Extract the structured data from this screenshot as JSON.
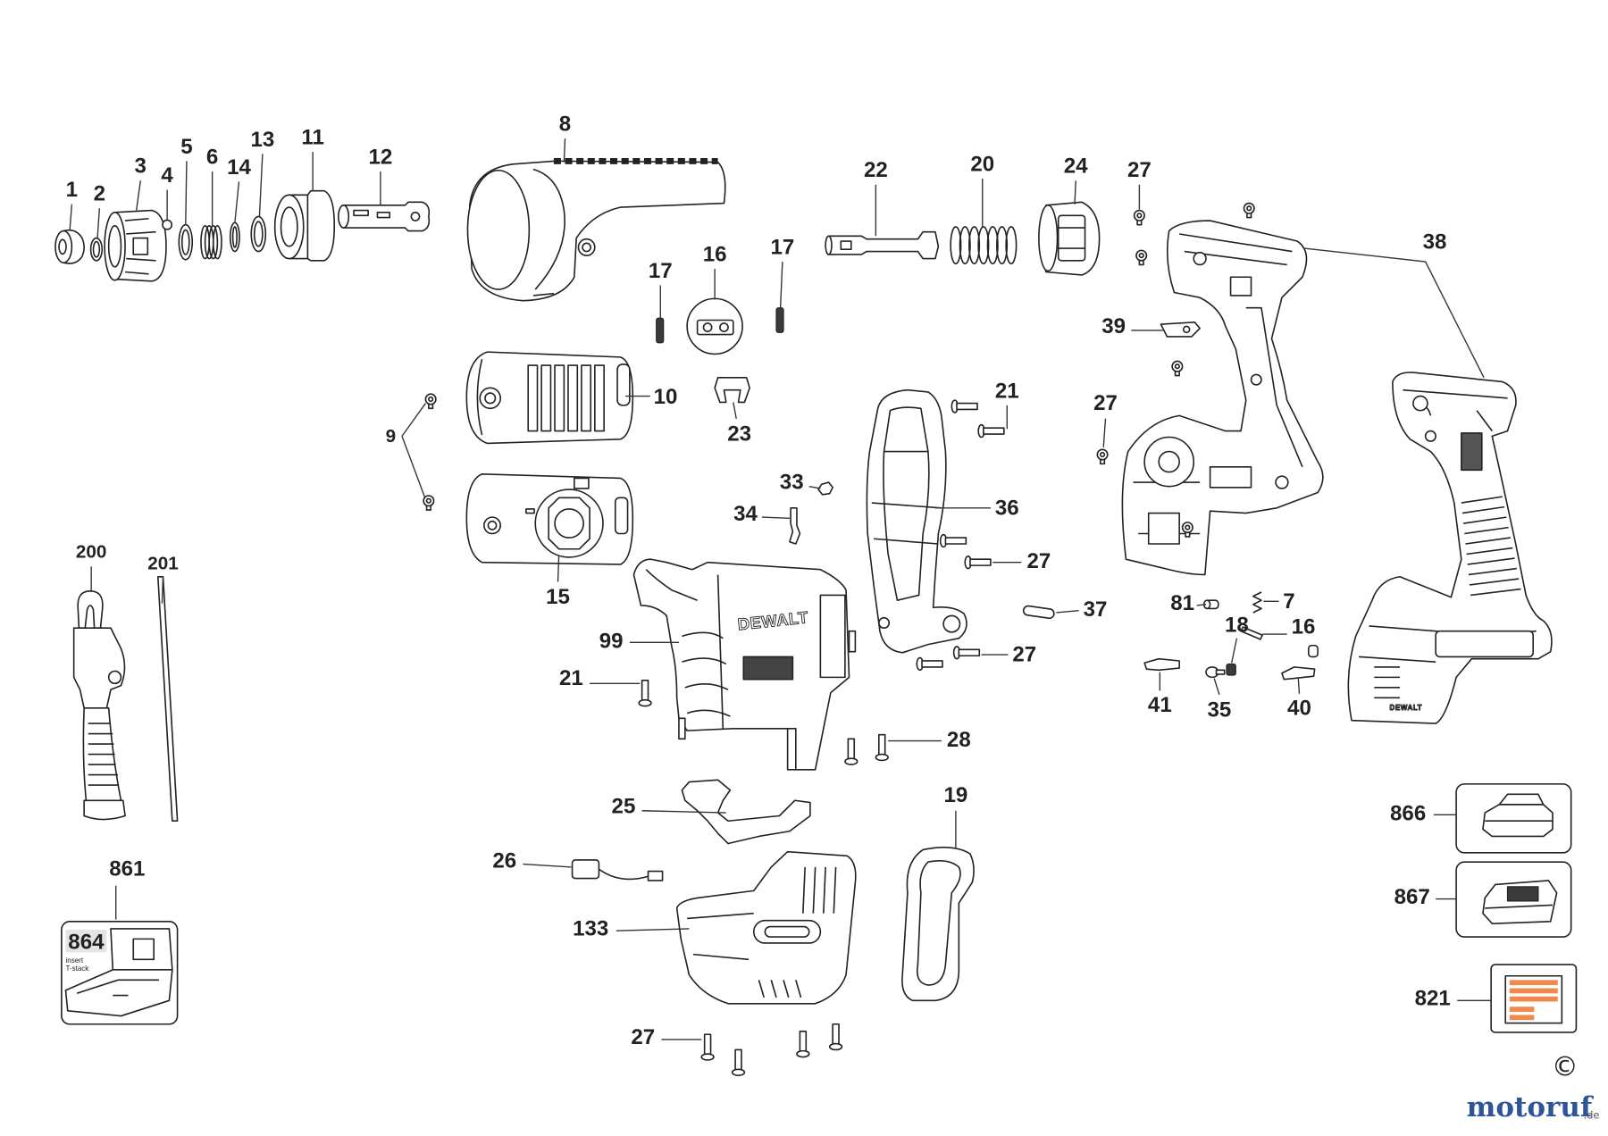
{
  "callouts": [
    "1",
    "2",
    "3",
    "4",
    "5",
    "6",
    "14",
    "13",
    "11",
    "12",
    "8",
    "22",
    "20",
    "24",
    "27",
    "38",
    "17",
    "16",
    "17",
    "39",
    "10",
    "23",
    "9",
    "21",
    "27",
    "33",
    "34",
    "36",
    "27",
    "15",
    "200",
    "201",
    "81",
    "7",
    "37",
    "18",
    "16",
    "99",
    "27",
    "21",
    "41",
    "35",
    "40",
    "28",
    "19",
    "25",
    "866",
    "26",
    "861",
    "867",
    "133",
    "864",
    "821",
    "27"
  ],
  "brand": "DEWALT",
  "case_insert": {
    "line1": "insert",
    "line2": "T-stack"
  },
  "copyright": "©",
  "watermark": {
    "name": "motoruf",
    "suffix": ".de"
  },
  "colors": {
    "label_orange": "#ef8a4c",
    "watermark": "#2e5597",
    "line": "#222222"
  }
}
